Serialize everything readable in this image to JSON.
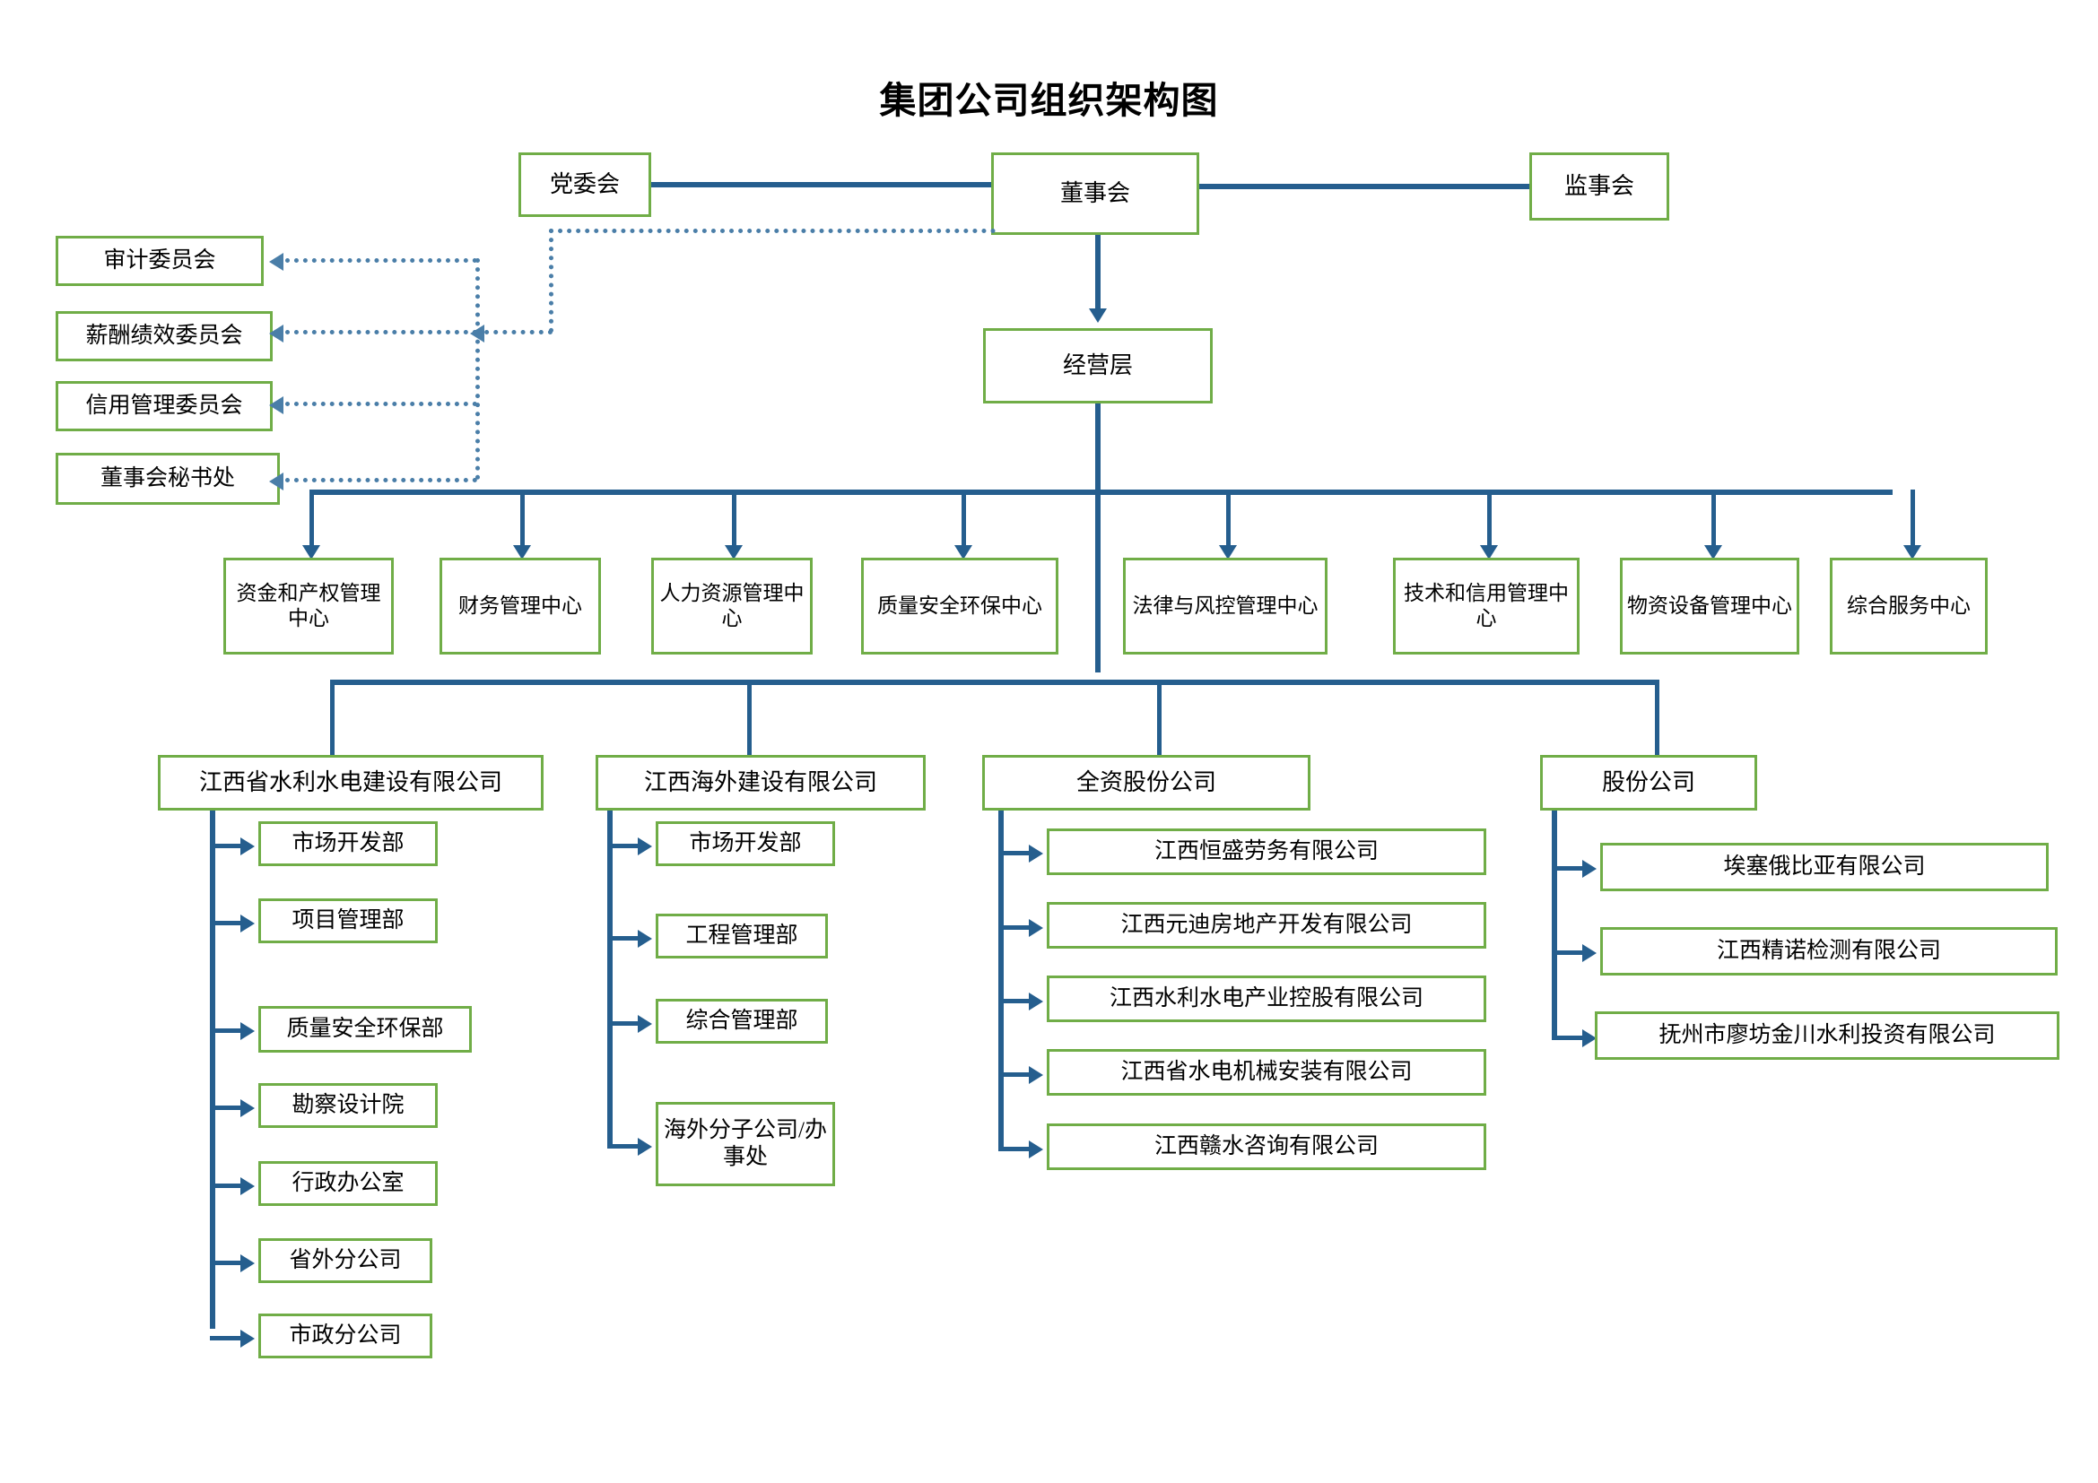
{
  "chart_data": {
    "type": "diagram",
    "title": "集团公司组织架构图",
    "diagram_kind": "org-chart",
    "colors": {
      "box_border": "#70AD47",
      "solid_line": "#255E8E",
      "dotted_line": "#4A7EA8",
      "background": "#FFFFFF",
      "text": "#000000"
    },
    "nodes": [
      {
        "id": "party",
        "label": "党委会",
        "level": 1
      },
      {
        "id": "board",
        "label": "董事会",
        "level": 1
      },
      {
        "id": "supervisors",
        "label": "监事会",
        "level": 1
      },
      {
        "id": "mgmt",
        "label": "经营层",
        "level": 2
      },
      {
        "id": "audit",
        "label": "审计委员会",
        "level": "committee"
      },
      {
        "id": "comp",
        "label": "薪酬绩效委员会",
        "level": "committee"
      },
      {
        "id": "credit",
        "label": "信用管理委员会",
        "level": "committee"
      },
      {
        "id": "secretariat",
        "label": "董事会秘书处",
        "level": "committee"
      }
    ],
    "edges": [
      {
        "from": "party",
        "to": "board",
        "style": "solid"
      },
      {
        "from": "board",
        "to": "supervisors",
        "style": "solid"
      },
      {
        "from": "board",
        "to": "mgmt",
        "style": "solid-arrow"
      },
      {
        "from": "board",
        "to": "audit",
        "style": "dotted-arrow"
      },
      {
        "from": "board",
        "to": "comp",
        "style": "dotted-arrow"
      },
      {
        "from": "board",
        "to": "credit",
        "style": "dotted-arrow"
      },
      {
        "from": "board",
        "to": "secretariat",
        "style": "dotted-arrow"
      }
    ]
  },
  "title": "集团公司组织架构图",
  "top": {
    "party_committee": "党委会",
    "board": "董事会",
    "supervisory_board": "监事会",
    "management": "经营层"
  },
  "committees": [
    {
      "label": "审计委员会"
    },
    {
      "label": "薪酬绩效委员会"
    },
    {
      "label": "信用管理委员会"
    },
    {
      "label": "董事会秘书处"
    }
  ],
  "centers": [
    {
      "label": "资金和产权管理中心"
    },
    {
      "label": "财务管理中心"
    },
    {
      "label": "人力资源管理中心"
    },
    {
      "label": "质量安全环保中心"
    },
    {
      "label": "法律与风控管理中心"
    },
    {
      "label": "技术和信用管理中心"
    },
    {
      "label": "物资设备管理中心"
    },
    {
      "label": "综合服务中心"
    }
  ],
  "subsidiaries": [
    {
      "name": "江西省水利水电建设有限公司",
      "children": [
        "市场开发部",
        "项目管理部",
        "质量安全环保部",
        "勘察设计院",
        "行政办公室",
        "省外分公司",
        "市政分公司"
      ]
    },
    {
      "name": "江西海外建设有限公司",
      "children": [
        "市场开发部",
        "工程管理部",
        "综合管理部",
        "海外分子公司/办事处"
      ]
    },
    {
      "name": "全资股份公司",
      "children": [
        "江西恒盛劳务有限公司",
        "江西元迪房地产开发有限公司",
        "江西水利水电产业控股有限公司",
        "江西省水电机械安装有限公司",
        "江西赣水咨询有限公司"
      ]
    },
    {
      "name": "股份公司",
      "children": [
        "埃塞俄比亚有限公司",
        "江西精诺检测有限公司",
        "抚州市廖坊金川水利投资有限公司"
      ]
    }
  ]
}
